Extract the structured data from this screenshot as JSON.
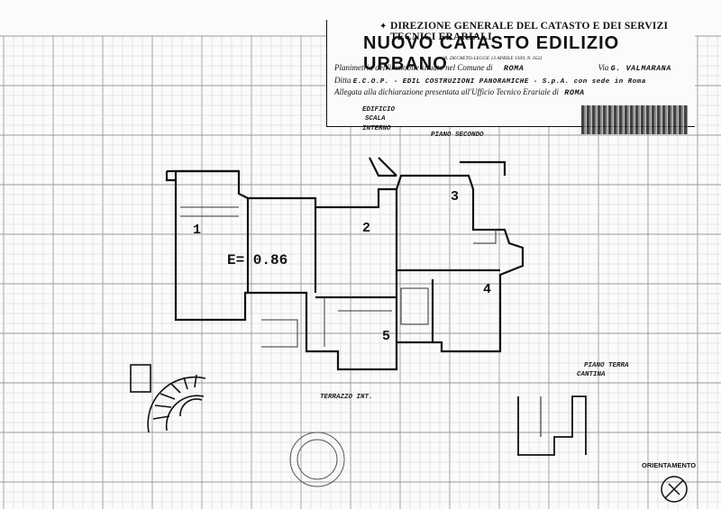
{
  "header": {
    "authority": "DIREZIONE GENERALE DEL CATASTO E DEI SERVIZI TECNICI ERARIALI",
    "title": "NUOVO CATASTO EDILIZIO URBANO",
    "decree": "(R. DECRETO-LEGGE 13 APRILE 1939, N. 652)",
    "line1_label": "Planimetria dell'immobile situato nel Comune di",
    "line1_comune": "ROMA",
    "line1_via_label": "Via",
    "line1_via": "G. VALMARANA",
    "line2_label": "Ditta",
    "line2_value": "E.C.O.P. - EDIL COSTRUZIONI PANORAMICHE - S.p.A. con sede in Roma",
    "line3_label": "Allegata alla dichiarazione presentata all'Ufficio Tecnico Erariale di",
    "line3_value": "ROMA"
  },
  "labels": {
    "edificio": "EDIFICIO",
    "scala": "SCALA",
    "interno": "INTERNO",
    "piano": "PIANO SECONDO",
    "terrazzo": "TERRAZZO INT.",
    "terra": "PIANO TERRA",
    "cantina": "CANTINA",
    "orientamento": "ORIENTAMENTO",
    "area": "E= 0.86"
  },
  "rooms": [
    "1",
    "2",
    "3",
    "4",
    "5"
  ]
}
